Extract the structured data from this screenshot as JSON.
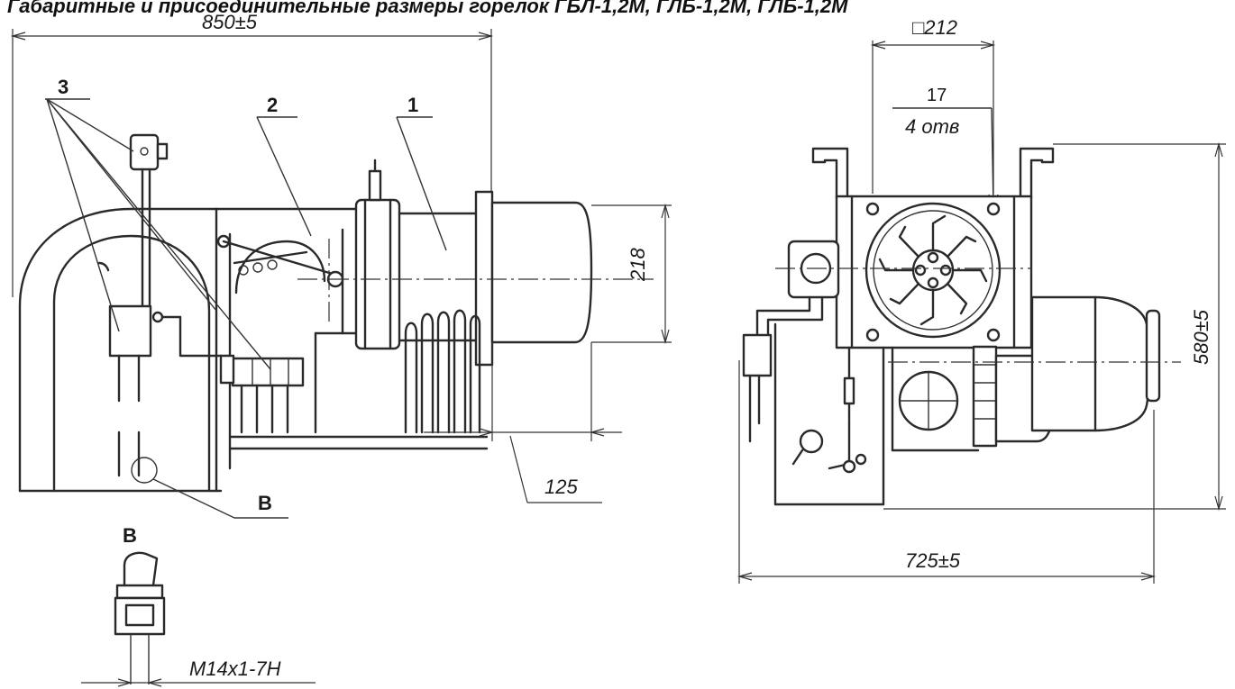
{
  "header": {
    "caption": "Габаритные и присоединительные размеры горелок ГБЛ-1,2М, ГЛБ-1,2М, ГЛБ-1,2М"
  },
  "dimensions": {
    "overall_length": "850±5",
    "flange_square": "□212",
    "holes_count": "17",
    "holes_note": "4 отв",
    "tube_diameter": "218",
    "tube_length": "125",
    "height": "580±5",
    "width": "725±5",
    "thread": "M14x1-7H"
  },
  "callouts": {
    "tube": "1",
    "body": "2",
    "controls": "3",
    "detail_ref": "B",
    "detail_title": "B"
  }
}
